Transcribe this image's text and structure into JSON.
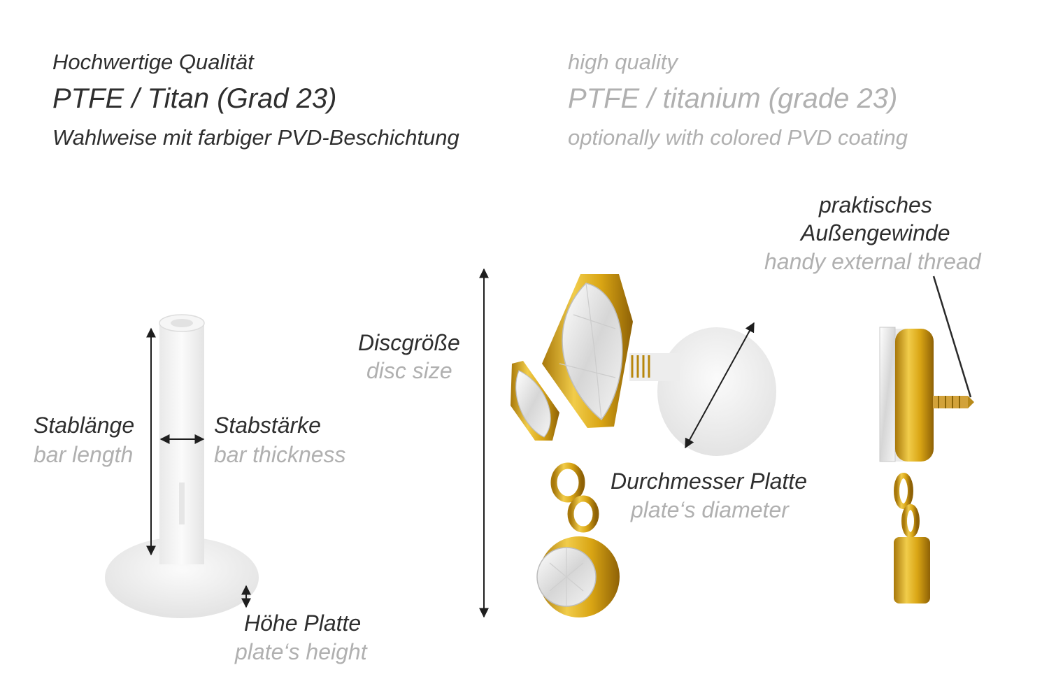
{
  "header": {
    "de": {
      "line1": "Hochwertige Qualität",
      "line2": "PTFE / Titan (Grad 23)",
      "line3": "Wahlweise mit farbiger PVD-Beschichtung"
    },
    "en": {
      "line1": "high quality",
      "line2": "PTFE / titanium (grade 23)",
      "line3": "optionally with colored PVD coating"
    }
  },
  "labels": {
    "bar_length": {
      "de": "Stablänge",
      "en": "bar length"
    },
    "bar_thickness": {
      "de": "Stabstärke",
      "en": "bar thickness"
    },
    "plate_height": {
      "de": "Höhe Platte",
      "en": "plate‘s height"
    },
    "disc_size": {
      "de": "Discgröße",
      "en": "disc size"
    },
    "plate_diameter": {
      "de": "Durchmesser Platte",
      "en": "plate‘s diameter"
    },
    "thread": {
      "de_line1": "praktisches",
      "de_line2": "Außengewinde",
      "en": "handy external thread"
    }
  },
  "colors": {
    "text_de": "#2e2e2e",
    "text_en": "#b0b0b0",
    "gold": "#d8a514",
    "ptfe": "#f2f2f2"
  }
}
